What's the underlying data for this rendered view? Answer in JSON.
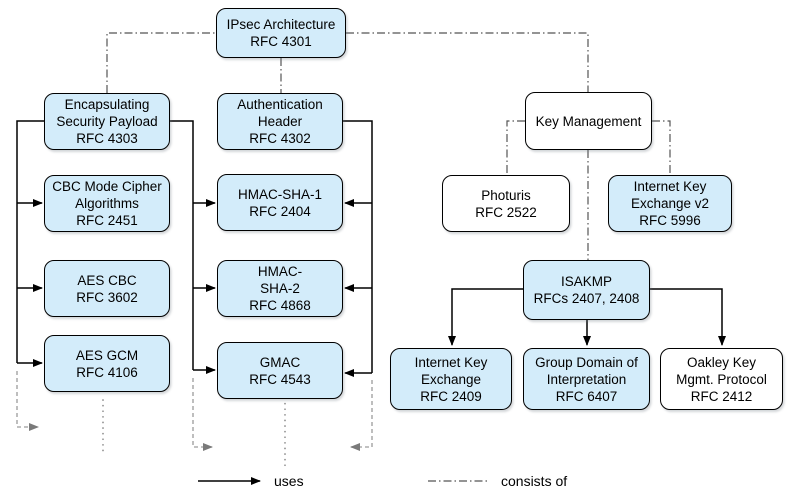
{
  "colors": {
    "node_fill_blue": "#d3ecfa",
    "node_fill_white": "#ffffff",
    "node_border": "#000000",
    "uses_line": "#000000",
    "consists_of_line": "#555555",
    "continuation_line": "#9c9c9c"
  },
  "legend": {
    "uses_label": "uses",
    "consists_of_label": "consists of"
  },
  "nodes": {
    "ipsec": {
      "lines": [
        "IPsec Architecture",
        "RFC 4301"
      ]
    },
    "esp": {
      "lines": [
        "Encapsulating",
        "Security Payload",
        "RFC 4303"
      ]
    },
    "cbc_mode": {
      "lines": [
        "CBC Mode Cipher",
        "Algorithms",
        "RFC 2451"
      ]
    },
    "aes_cbc": {
      "lines": [
        "AES CBC",
        "RFC 3602"
      ]
    },
    "aes_gcm": {
      "lines": [
        "AES GCM",
        "RFC 4106"
      ]
    },
    "auth_header": {
      "lines": [
        "Authentication",
        "Header",
        "RFC 4302"
      ]
    },
    "hmac_sha1": {
      "lines": [
        "HMAC-SHA-1",
        "RFC 2404"
      ]
    },
    "hmac_sha2": {
      "lines": [
        "HMAC-",
        "SHA-2",
        "RFC 4868"
      ]
    },
    "gmac": {
      "lines": [
        "GMAC",
        "RFC 4543"
      ]
    },
    "key_mgmt": {
      "lines": [
        "Key Management"
      ]
    },
    "photuris": {
      "lines": [
        "Photuris",
        "RFC 2522"
      ]
    },
    "ikev2": {
      "lines": [
        "Internet Key",
        "Exchange v2",
        "RFC 5996"
      ]
    },
    "isakmp": {
      "lines": [
        "ISAKMP",
        "RFCs 2407, 2408"
      ]
    },
    "ike": {
      "lines": [
        "Internet Key",
        "Exchange",
        "RFC 2409"
      ]
    },
    "gdoi": {
      "lines": [
        "Group Domain of",
        "Interpretation",
        "RFC 6407"
      ]
    },
    "oakley": {
      "lines": [
        "Oakley Key",
        "Mgmt. Protocol",
        "RFC 2412"
      ]
    }
  }
}
